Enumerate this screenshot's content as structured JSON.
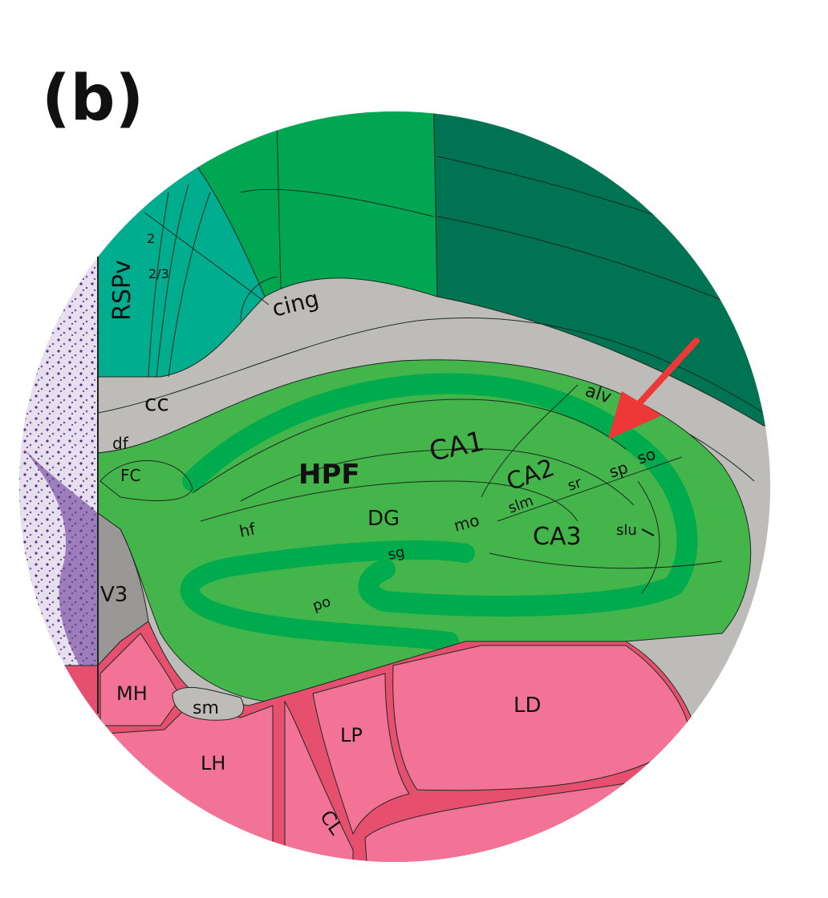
{
  "panel_label": "(b)",
  "colors": {
    "retrosplenial": "#00ae8f",
    "cortex_green": "#00a651",
    "cortex_dark": "#007353",
    "fiber_tracts": "#bdbcb8",
    "hippocampus_light": "#44b54a",
    "hippocampus_dark": "#00ab4e",
    "thalamus": "#f27396",
    "thalamus_border": "#e6506e",
    "ventricle": "#9a9896",
    "nissl": "#6a3e98",
    "arrow": "#ee3837"
  },
  "labels": {
    "rspv": "RSPv",
    "layer2": "2",
    "layer23": "2/3",
    "cing": "cing",
    "cc": "cc",
    "df": "df",
    "fc": "FC",
    "hpf": "HPF",
    "hf": "hf",
    "dg": "DG",
    "ca1": "CA1",
    "ca2": "CA2",
    "ca3": "CA3",
    "alv": "alv",
    "sp": "sp",
    "so": "so",
    "sr": "sr",
    "slm": "slm",
    "mo": "mo",
    "slu": "slu",
    "sg": "sg",
    "po": "po",
    "v3": "V3",
    "mh": "MH",
    "sm": "sm",
    "lh": "LH",
    "lp": "LP",
    "ld": "LD",
    "cl": "CL"
  }
}
